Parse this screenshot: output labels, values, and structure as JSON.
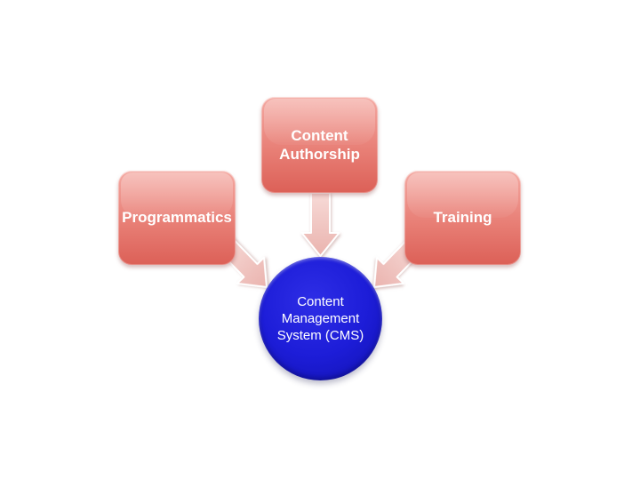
{
  "colors": {
    "box-top": "#f4a9a2",
    "box-mid": "#e87f76",
    "box-bottom": "#dc6057",
    "arrow-light": "#f7dad7",
    "arrow-dark": "#eab3ae",
    "arrow-shadow": "#c2928e",
    "circle-light": "#2e2ee6",
    "circle-main": "#1d1dd8",
    "circle-dark": "#1111ae",
    "label-text": "#ffffff"
  },
  "nodes": {
    "programmatics": {
      "label": "Programmatics"
    },
    "content_authorship": {
      "label": "Content Authorship"
    },
    "training": {
      "label": "Training"
    },
    "cms": {
      "label": "Content Management System (CMS)"
    }
  },
  "edges": [
    {
      "from": "Programmatics",
      "to": "Content Management System (CMS)"
    },
    {
      "from": "Content Authorship",
      "to": "Content Management System (CMS)"
    },
    {
      "from": "Training",
      "to": "Content Management System (CMS)"
    }
  ]
}
